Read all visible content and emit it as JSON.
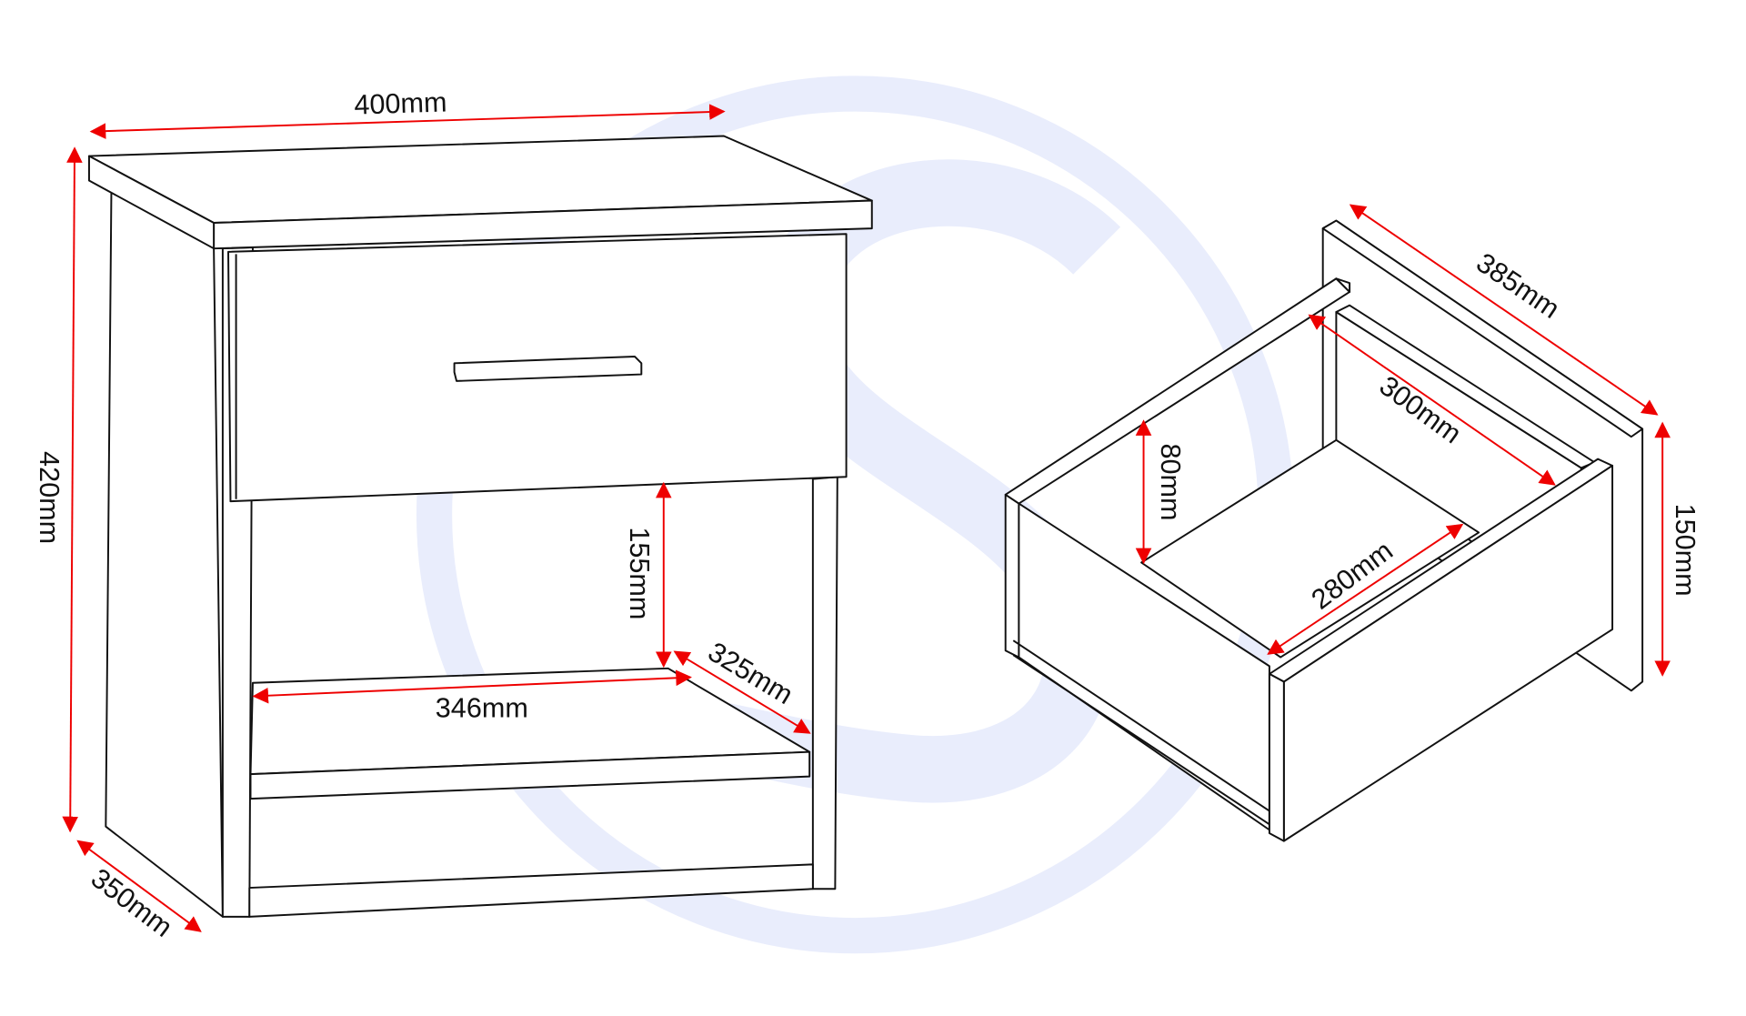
{
  "diagram": {
    "title": "Bedside cabinet dimensions",
    "watermark_letter": "S",
    "colors": {
      "dimension": "#ee0000",
      "outline": "#111111",
      "watermark": "#e9edfc"
    },
    "cabinet": {
      "width": "400mm",
      "height": "420mm",
      "depth": "350mm",
      "opening_height": "155mm",
      "opening_width": "346mm",
      "opening_depth": "325mm"
    },
    "drawer": {
      "outer_depth": "385mm",
      "outer_height": "150mm",
      "inner_depth": "300mm",
      "inner_width": "280mm",
      "inner_height": "80mm"
    }
  }
}
